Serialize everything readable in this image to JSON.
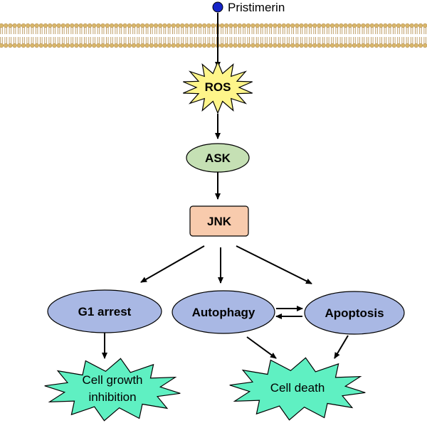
{
  "ligand": {
    "label": "Pristimerin",
    "color": "#1524c8"
  },
  "membrane": {
    "head_color": "#d9b76a",
    "tail_color": "#b9955a"
  },
  "nodes": {
    "ros": {
      "label": "ROS",
      "color": "#fef58a"
    },
    "ask": {
      "label": "ASK",
      "color": "#c5e0b4"
    },
    "jnk": {
      "label": "JNK",
      "color": "#f8cbad"
    },
    "g1_arrest": {
      "label": "G1 arrest",
      "color": "#a9b8e4"
    },
    "autophagy": {
      "label": "Autophagy",
      "color": "#a9b8e4"
    },
    "apoptosis": {
      "label": "Apoptosis",
      "color": "#a9b8e4"
    },
    "cell_growth_inhibition": {
      "line1": "Cell growth",
      "line2": "inhibition",
      "color": "#5ff0c2"
    },
    "cell_death": {
      "label": "Cell death",
      "color": "#5ff0c2"
    }
  }
}
